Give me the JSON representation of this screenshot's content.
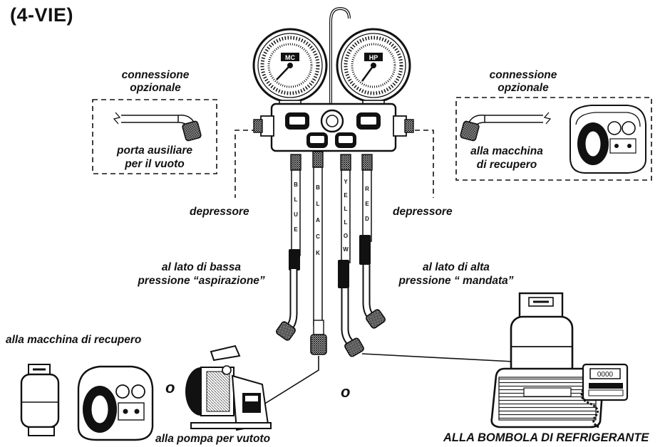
{
  "title": "(4-VIE)",
  "labels": {
    "optional_left_line1": "connessione",
    "optional_left_line2": "opzionale",
    "optional_right_line1": "connessione",
    "optional_right_line2": "opzionale",
    "aux_port_line1": "porta ausiliare",
    "aux_port_line2": "per il vuoto",
    "recovery_right_line1": "alla macchina",
    "recovery_right_line2": "di recupero",
    "depressor_left": "depressore",
    "depressor_right": "depressore",
    "low_side_line1": "al lato di bassa",
    "low_side_line2": "pressione “aspirazione”",
    "high_side_line1": "al lato di alta",
    "high_side_line2": "pressione “ mandata”",
    "recovery_left": "alla macchina di recupero",
    "vacuum_pump": "alla pompa per vutoto",
    "or_left": "o",
    "or_right": "o",
    "refrigerant_cylinder": "ALLA BOMBOLA DI REFRIGERANTE"
  },
  "hose_letters": {
    "blue": [
      "B",
      "L",
      "U",
      "E"
    ],
    "black": [
      "B",
      "L",
      "A",
      "C",
      "K"
    ],
    "yellow": [
      "Y",
      "E",
      "L",
      "L",
      "O",
      "W"
    ],
    "red": [
      "R",
      "E",
      "D"
    ]
  },
  "gauges": {
    "left_face": "MC",
    "right_face": "HP"
  },
  "scale_display": "0000",
  "colors": {
    "ink": "#111111",
    "paper": "#ffffff",
    "shade": "#9a9a9a"
  }
}
